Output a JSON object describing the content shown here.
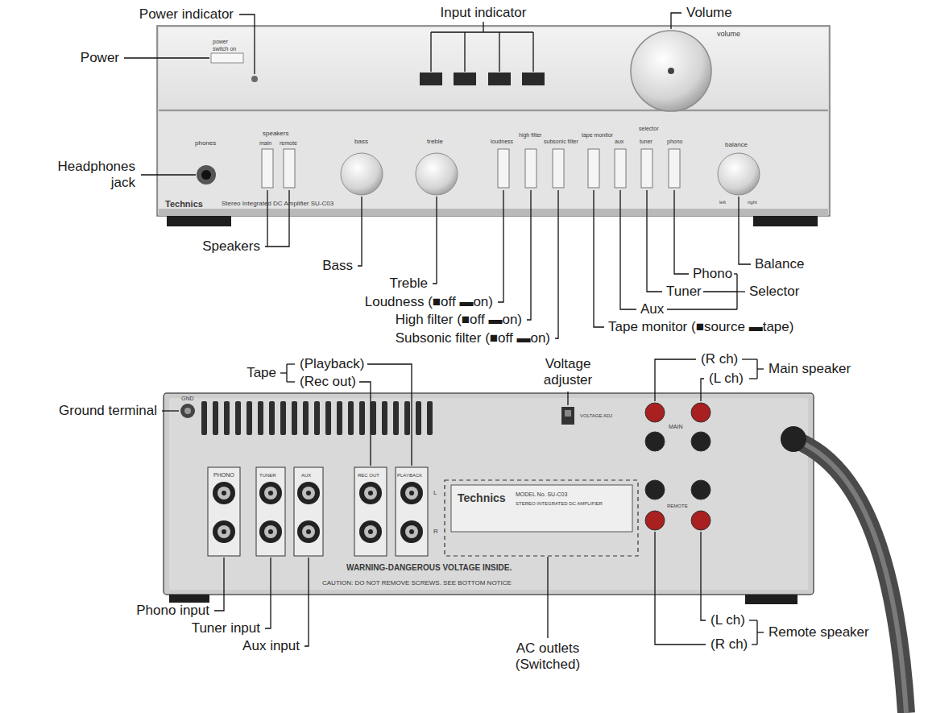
{
  "diagram": {
    "labels": [
      "Power indicator",
      "Input indicator",
      "Volume",
      "Power",
      "Headphones jack",
      "Speakers",
      "Bass",
      "Treble",
      "Loudness (■off ▬on)",
      "High filter (■off ▬on)",
      "Subsonic filter (■off ▬on)",
      "Tape monitor (■source ▬tape)",
      "Aux",
      "Tuner",
      "Phono",
      "Selector",
      "Balance",
      "Tape",
      "(Playback)",
      "(Rec out)",
      "Voltage adjuster",
      "(R ch)",
      "(L ch)",
      "Main speaker",
      "Ground terminal",
      "Phono input",
      "Tuner input",
      "Aux input",
      "AC outlets (Switched)",
      "(L ch)",
      "(R ch)",
      "Remote speaker",
      "power",
      "switch on",
      "volume",
      "phones",
      "speakers",
      "main",
      "remote",
      "bass",
      "treble",
      "loudness",
      "high filter",
      "subsonic filter",
      "tape monitor",
      "aux",
      "tuner",
      "phono",
      "selector",
      "balance",
      "left",
      "right",
      "Technics",
      "Stereo Integrated DC Amplifier SU-C03",
      "GND",
      "PHONO",
      "TUNER",
      "AUX",
      "REC OUT",
      "PLAYBACK",
      "L",
      "R",
      "Technics",
      "MODEL No. SU-C03",
      "STEREO INTEGRATED DC AMPLIFIER",
      "VOLTAGE ADJ",
      "MAIN",
      "REMOTE",
      "WARNING-DANGEROUS VOLTAGE INSIDE.",
      "CAUTION: DO NOT REMOVE SCREWS. SEE BOTTOM NOTICE"
    ]
  }
}
